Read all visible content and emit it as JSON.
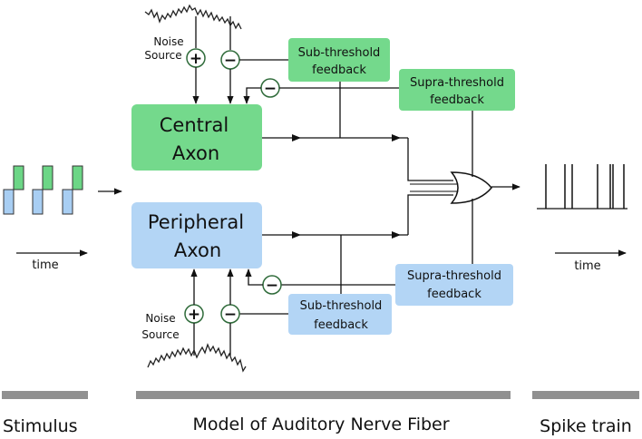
{
  "central_axon": {
    "line1": "Central",
    "line2": "Axon"
  },
  "peripheral_axon": {
    "line1": "Peripheral",
    "line2": "Axon"
  },
  "sub_threshold_top": {
    "line1": "Sub-threshold",
    "line2": "feedback"
  },
  "supra_threshold_top": {
    "line1": "Supra-threshold",
    "line2": "feedback"
  },
  "sub_threshold_bottom": {
    "line1": "Sub-threshold",
    "line2": "feedback"
  },
  "supra_threshold_bottom": {
    "line1": "Supra-threshold",
    "line2": "feedback"
  },
  "noise_top": {
    "line1": "Noise",
    "line2": "Source"
  },
  "noise_bottom": {
    "line1": "Noise",
    "line2": "Source"
  },
  "plus_symbol": "+",
  "minus_symbol": "−",
  "time_left": "time",
  "time_right": "time",
  "sections": {
    "stimulus": "Stimulus",
    "model": "Model of Auditory Nerve Fiber",
    "spike_train": "Spike train"
  },
  "colors": {
    "green_fill": "#6cd686",
    "green_box": "#74d98c",
    "blue_fill": "#a8cef3",
    "blue_box": "#b3d5f5",
    "bar_gray": "#909090",
    "sign_circle": "#2f6b3a"
  }
}
